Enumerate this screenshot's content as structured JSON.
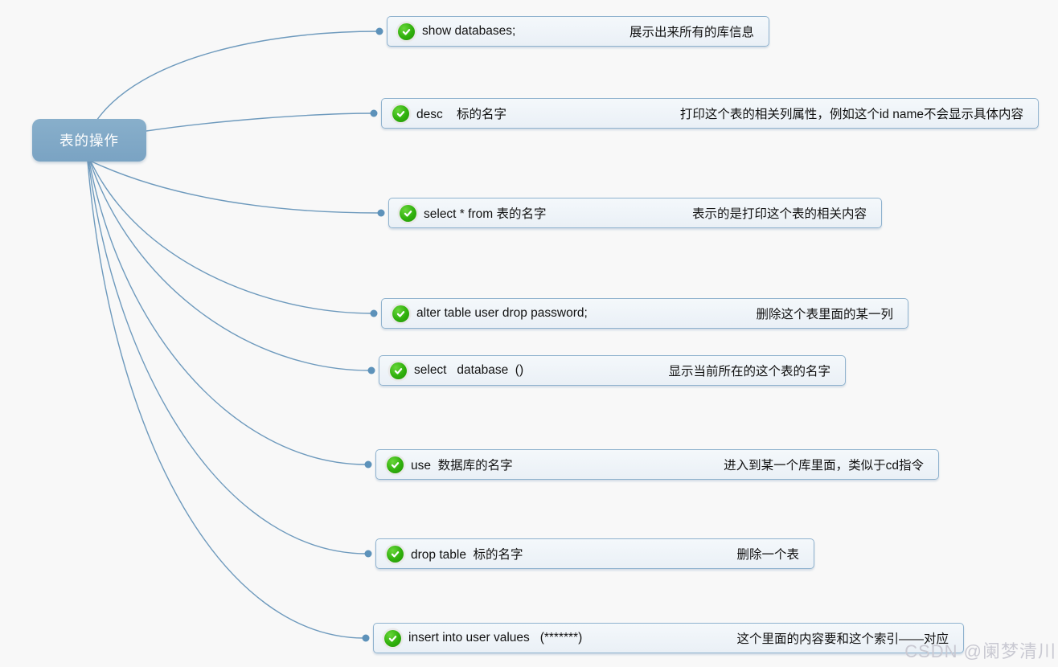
{
  "root": {
    "label": "表的操作",
    "fill_color": "#7fa8c6",
    "text_color": "#ffffff"
  },
  "connector": {
    "line_color": "#6e9abd",
    "dot_color": "#5d92ba"
  },
  "node_style": {
    "border_color": "#8fb2ce",
    "background_color": "#eef3f8",
    "marker_icon": "green-check-icon",
    "marker_color": "#2fb00c"
  },
  "nodes": [
    {
      "command": "show databases;",
      "description": "展示出来所有的库信息"
    },
    {
      "command": "desc    标的名字",
      "description": "打印这个表的相关列属性，例如这个id name不会显示具体内容"
    },
    {
      "command": "select * from 表的名字",
      "description": "表示的是打印这个表的相关内容"
    },
    {
      "command": "alter table user drop password;",
      "description": "删除这个表里面的某一列"
    },
    {
      "command": "select   database  ()",
      "description": "显示当前所在的这个表的名字"
    },
    {
      "command": "use  数据库的名字",
      "description": "进入到某一个库里面，类似于cd指令"
    },
    {
      "command": "drop table  标的名字",
      "description": "删除一个表"
    },
    {
      "command": "insert into user values   (*******)",
      "description": "这个里面的内容要和这个索引——对应"
    }
  ],
  "watermark": {
    "text": "CSDN @阑梦清川",
    "color": "#c9c9d2"
  }
}
